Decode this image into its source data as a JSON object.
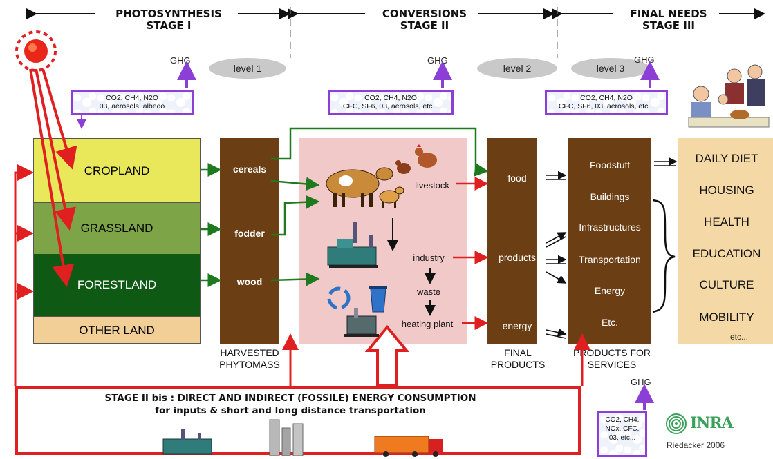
{
  "stages": [
    {
      "title": "PHOTOSYNTHESIS",
      "sub": "STAGE I"
    },
    {
      "title": "CONVERSIONS",
      "sub": "STAGE II"
    },
    {
      "title": "FINAL NEEDS",
      "sub": "STAGE III"
    }
  ],
  "levels": [
    "level 1",
    "level 2",
    "level 3"
  ],
  "ghg_label": "GHG",
  "gas_boxes": [
    {
      "line1": "CO2, CH4, N2O",
      "line2": "03, aerosols, albedo"
    },
    {
      "line1": "CO2, CH4, N2O",
      "line2": "CFC, SF6, 03, aerosols, etc..."
    },
    {
      "line1": "CO2, CH4, N2O",
      "line2": "CFC, SF6, 03, aerosols, etc..."
    },
    {
      "line1": "CO2, CH4,",
      "line2": "NOx, CFC,",
      "line3": "03, etc..."
    }
  ],
  "land": [
    "CROPLAND",
    "GRASSLAND",
    "FORESTLAND",
    "OTHER LAND"
  ],
  "harvest_items": [
    "cereals",
    "fodder",
    "wood"
  ],
  "harvest_caption": [
    "HARVESTED",
    "PHYTOMASS"
  ],
  "process": [
    "livestock",
    "industry",
    "waste",
    "heating plant"
  ],
  "final_items": [
    "food",
    "products",
    "energy"
  ],
  "final_caption": [
    "FINAL",
    "PRODUCTS"
  ],
  "services": [
    "Foodstuff",
    "Buildings",
    "Infrastructures",
    "Transportation",
    "Energy",
    "Etc."
  ],
  "services_caption": [
    "PRODUCTS FOR",
    "SERVICES"
  ],
  "needs": [
    "DAILY DIET",
    "HOUSING",
    "HEALTH",
    "EDUCATION",
    "CULTURE",
    "MOBILITY"
  ],
  "needs_more": "etc...",
  "bottom": {
    "line1": "STAGE II bis : DIRECT AND INDIRECT (FOSSILE) ENERGY CONSUMPTION",
    "line2": "for inputs & short and long distance transportation"
  },
  "logo": "INRA",
  "credit": "Riedacker 2006",
  "colors": {
    "cropland": "#e8e85a",
    "grassland": "#7da548",
    "forestland": "#0e5a14",
    "otherland": "#f1cf97",
    "brown": "#6b3e14",
    "process_bg": "#f2c9c9",
    "needs_bg": "#f4d9a6",
    "purple": "#8b3fd6",
    "red": "#e02020",
    "green": "#1e7a1e"
  }
}
